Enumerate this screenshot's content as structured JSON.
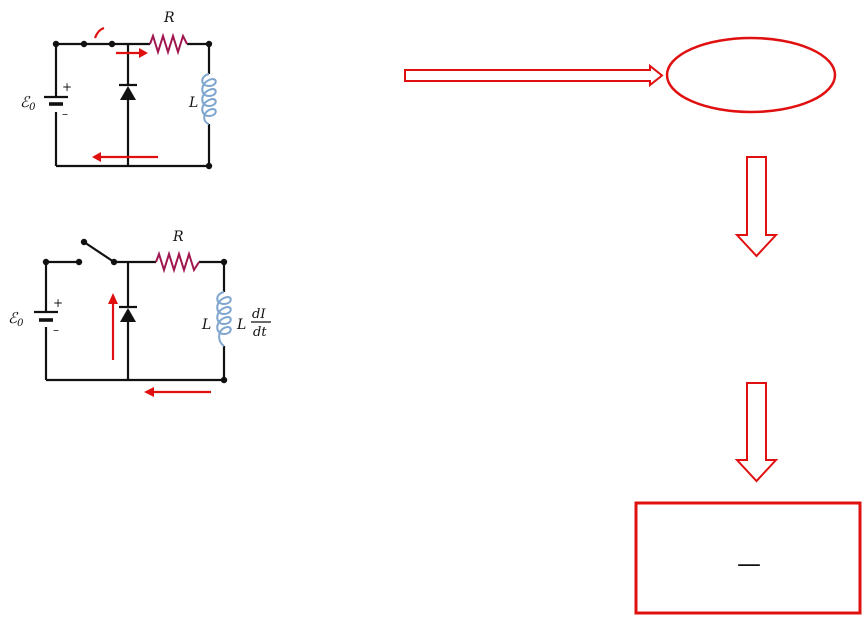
{
  "circuit1": {
    "emf_label": "ℰ",
    "emf_sub": "0",
    "plus": "+",
    "minus": "–",
    "resistor_label": "R",
    "inductor_label": "L"
  },
  "circuit2": {
    "emf_label": "ℰ",
    "emf_sub": "0",
    "plus": "+",
    "minus": "–",
    "resistor_label": "R",
    "inductor_label": "L",
    "emf_L": "L",
    "dI": "dI",
    "dt": "dt"
  },
  "result_box": {
    "text": "—"
  },
  "colors": {
    "wire": "#111111",
    "resistor": "#a0174f",
    "inductor": "#7fa6cf",
    "arrow": "#e01010"
  }
}
